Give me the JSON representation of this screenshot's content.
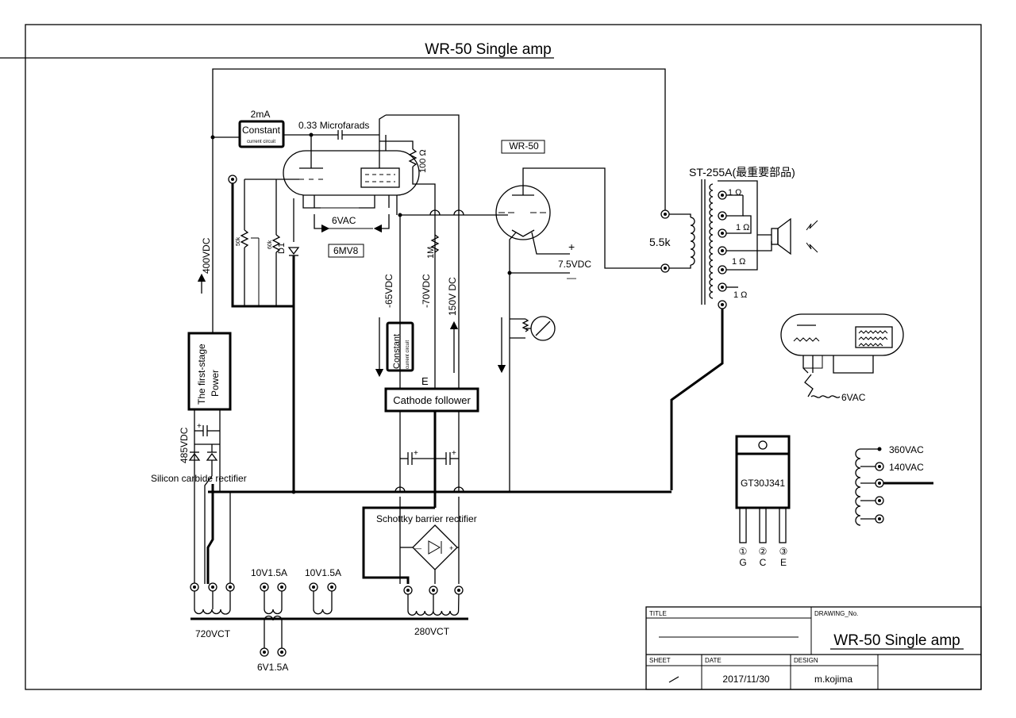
{
  "title": "WR-50 Single amp",
  "labels": {
    "constant_2ma": "2mA",
    "constant": "Constant",
    "current_circuit": "current circuit",
    "cap": "0.33 Microfarads",
    "r100": "100 Ω",
    "wr50_tag": "WR-50",
    "tube_6mv8": "6MV8",
    "heater_6vac": "6VAC",
    "r50k": "50k",
    "r60k": "60k",
    "d1": "D1",
    "v400": "400VDC",
    "v_neg65": "-65VDC",
    "v_neg70": "-70VDC",
    "v150": "150V DC",
    "r1m": "1M",
    "e_label": "E",
    "cathode_follower": "Cathode follower",
    "v7_5": "7.5VDC",
    "plus": "+",
    "minus": "—",
    "transformer": "ST-255A(最重要部品)",
    "imp_5_5k": "5.5k",
    "ohm1": "1 Ω",
    "ohm2": "1 Ω",
    "ohm3": "1 Ω",
    "ohm4": "1 Ω",
    "first_stage_1": "The first-stage",
    "first_stage_2": "Power",
    "v485": "485VDC",
    "sic": "Silicon carbide rectifier",
    "schottky": "Schottky barrier rectifier",
    "t10v_a": "10V1.5A",
    "t10v_b": "10V1.5A",
    "t720": "720VCT",
    "t280": "280VCT",
    "t6v": "6V1.5A",
    "heater_6vac_right": "6VAC",
    "gt_part": "GT30J341",
    "pin_nums": [
      "①",
      "②",
      "③"
    ],
    "pin_letters": [
      "G",
      "C",
      "E"
    ],
    "taps": [
      "360VAC",
      "140VAC"
    ]
  },
  "title_block": {
    "title_head": "TITLE",
    "drawing_head": "DRAWING_No.",
    "drawing_no": "WR-50 Single amp",
    "sheet_head": "SHEET",
    "date_head": "DATE",
    "design_head": "DESIGN",
    "date": "2017/11/30",
    "design": "m.kojima"
  }
}
